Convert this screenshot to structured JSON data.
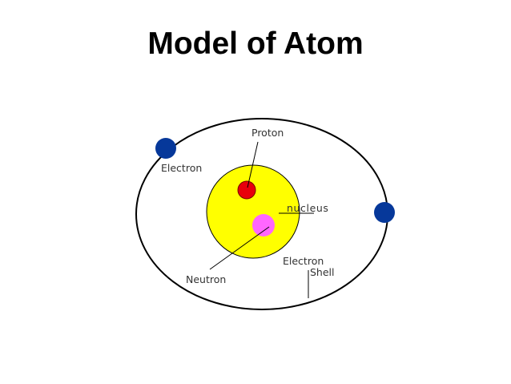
{
  "title": "Model of Atom",
  "labels": {
    "proton": "Proton",
    "electron": "Electron",
    "nucleus": "nucleus",
    "neutron": "Neutron",
    "shell_line1": "Electron",
    "shell_line2": "Shell"
  },
  "colors": {
    "nucleus": "#ffff00",
    "proton": "#e8000b",
    "neutron": "#ff66ff",
    "electron": "#06389a",
    "lines": "#000000"
  }
}
